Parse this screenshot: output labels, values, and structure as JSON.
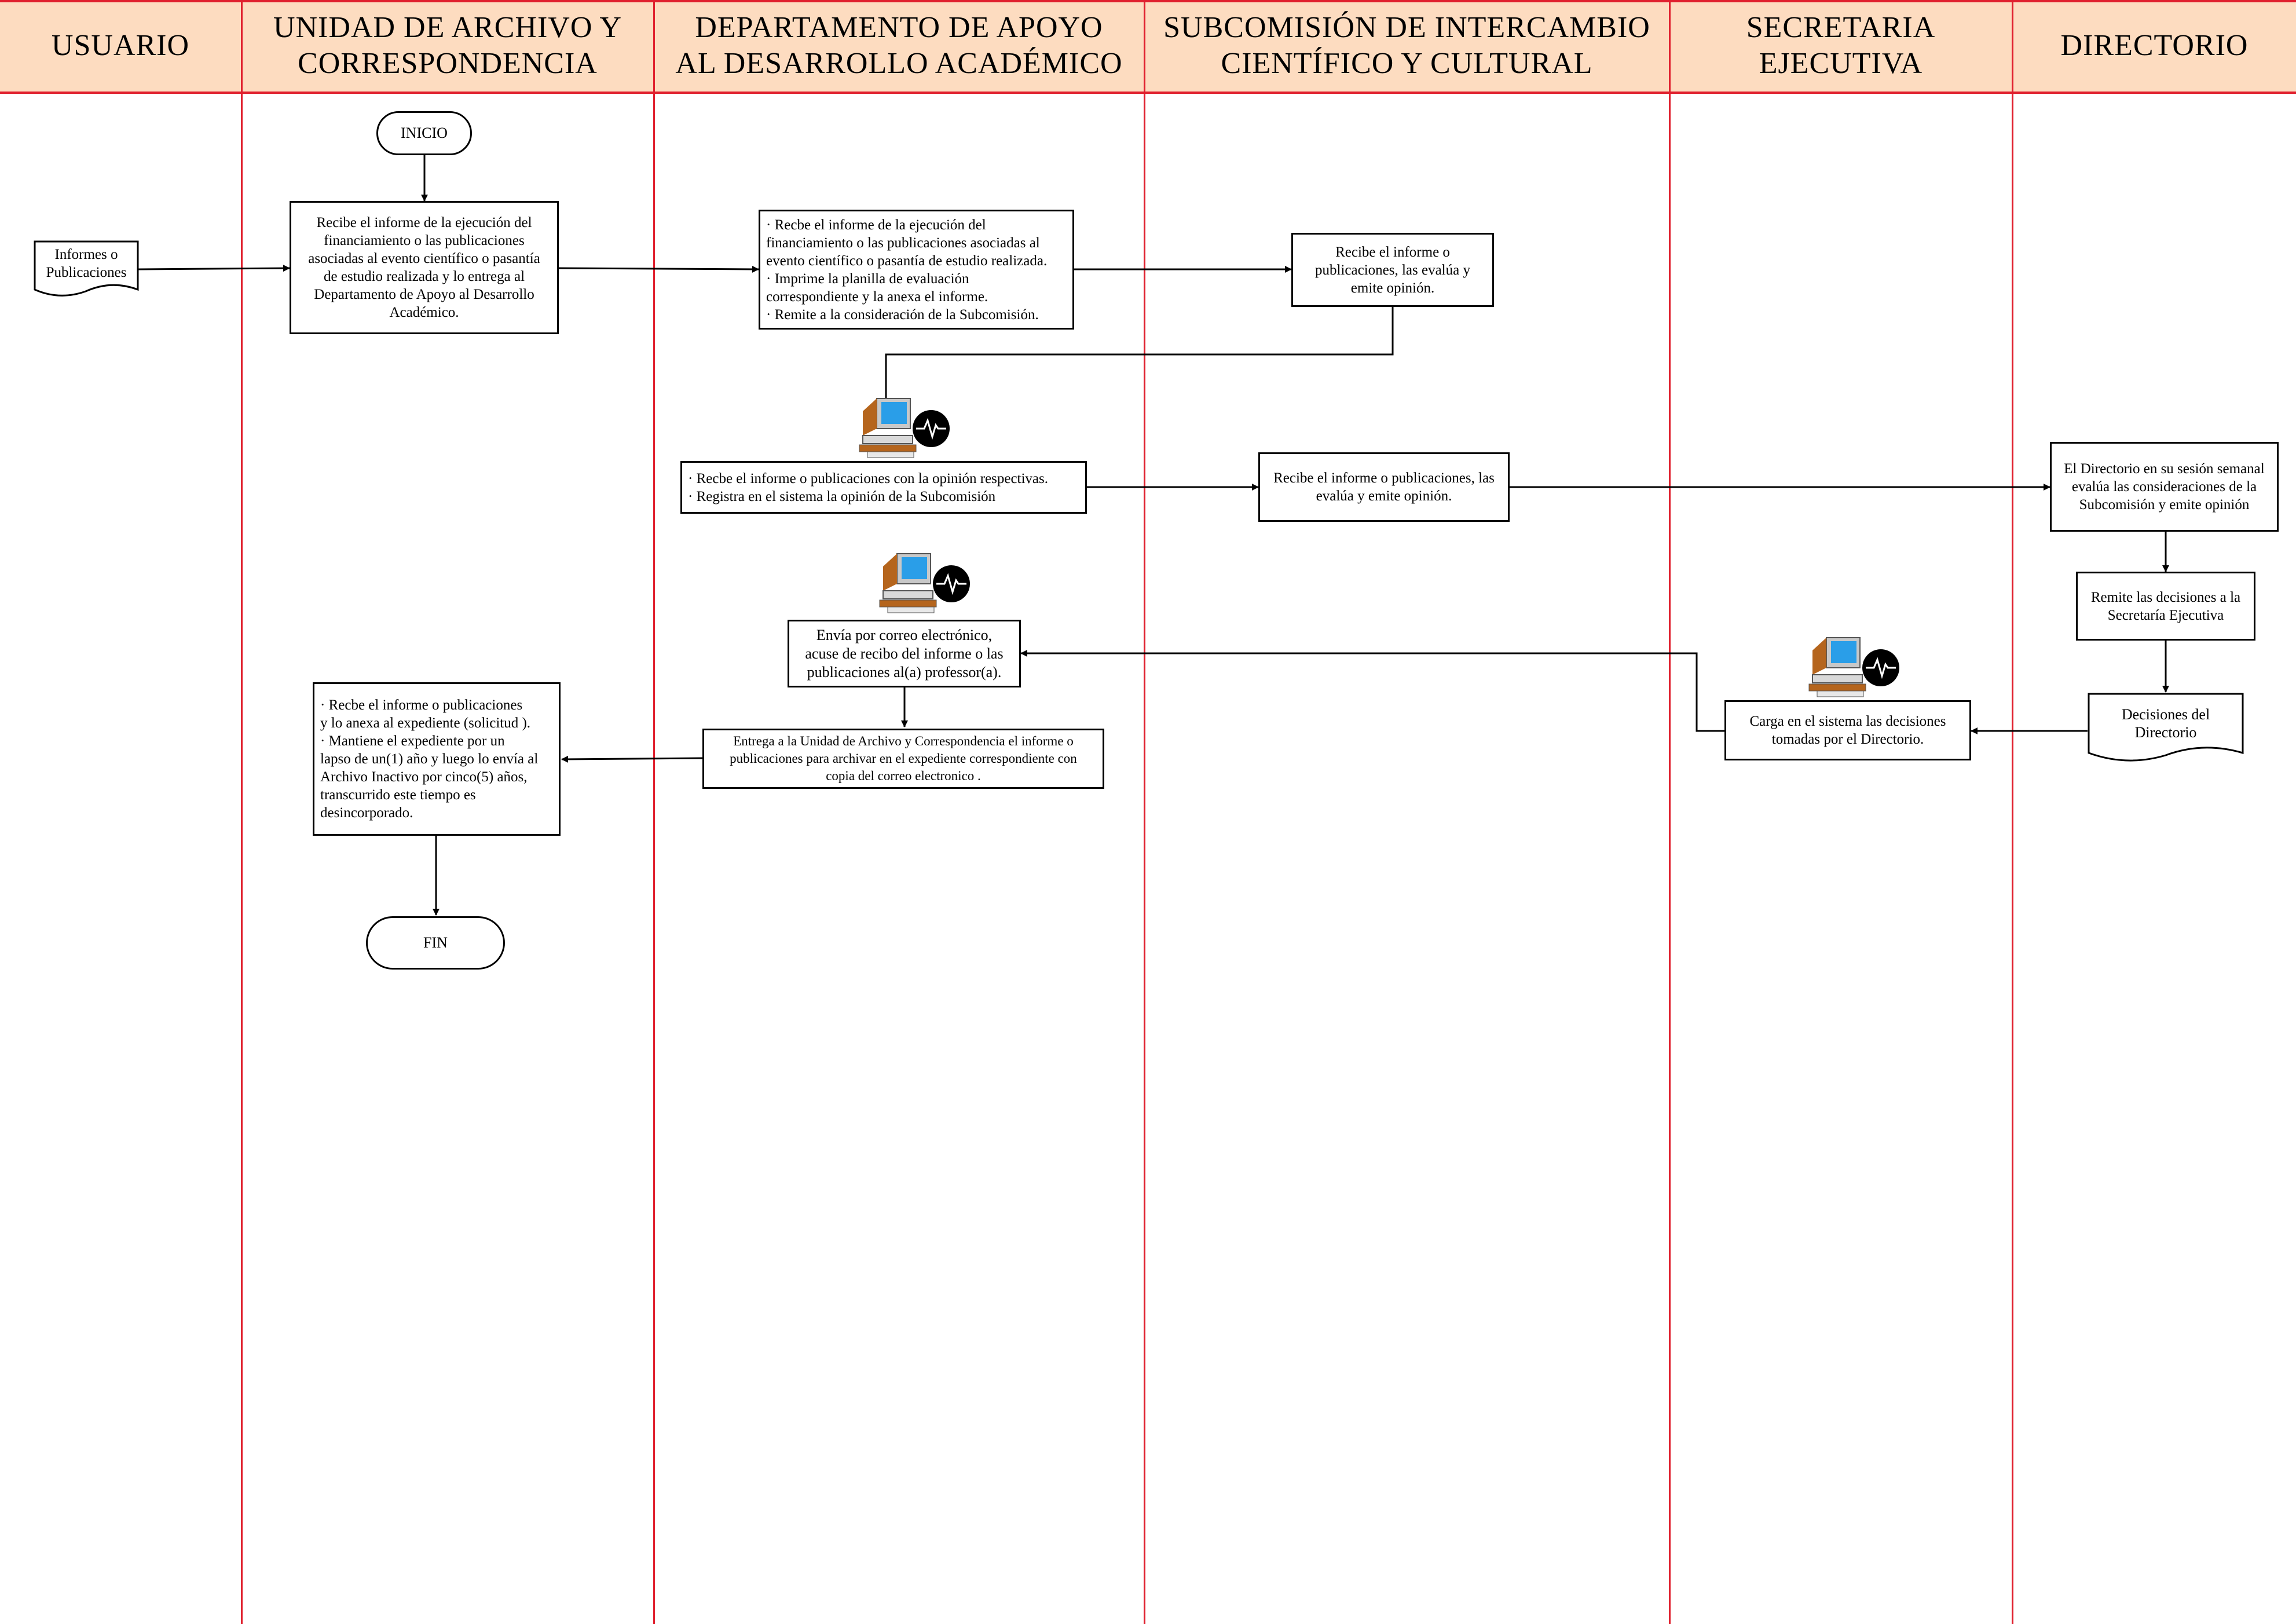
{
  "lanes": [
    {
      "title": "USUARIO"
    },
    {
      "title": "UNIDAD DE  ARCHIVO  Y\nCORRESPONDENCIA"
    },
    {
      "title": "DEPARTAMENTO  DE  APOYO\nAL DESARROLLO   ACADÉMICO"
    },
    {
      "title": "SUBCOMISIÓN  DE  INTERCAMBIO\nCIENTÍFICO    Y CULTURAL"
    },
    {
      "title": "SECRETARIA\nEJECUTIVA"
    },
    {
      "title": "DIRECTORIO"
    }
  ],
  "nodes": {
    "inicio": "INICIO",
    "fin": "FIN",
    "informes_doc": "Informes o\nPublicaciones",
    "archivo_recibe": "Recibe el informe de la  ejecución  del\nfinanciamiento o las  publicaciones\nasociadas al evento  científico  o pasantía\nde estudio   realizada y lo  entrega al\nDepartamento de Apoyo al Desarrollo\nAcadémico.",
    "depto_recibe": "·      Recbe el informe de la  ejecución  del\nfinanciamiento  o las  publicaciones asociadas al\nevento  científico  o pasantía de estudio realizada.\n·      Imprime la  planilla de evaluación\ncorrespondiente y la  anexa el informe.\n·      Remite a la  consideración de la  Subcomisión.",
    "subcom_evalua_1": "Recibe el informe o\npublicaciones,  las  evalúa y\nemite opinión.",
    "depto_registra": "·      Recbe el informe o  publicaciones con la opinión respectivas.\n·      Registra en el sistema la  opinión de la Subcomisión",
    "subcom_evalua_2": "Recibe el informe o  publicaciones,  las\nevalúa y emite opinión.",
    "directorio_evalua": "El Directorio en  su sesión  semanal\nevalúa las consideraciones de la\nSubcomisión y emite opinión",
    "directorio_remite": "Remite las decisiones a la\nSecretaría Ejecutiva",
    "decisiones_doc": "Decisiones del\nDirectorio",
    "secretaria_carga": "Carga en el sistema las  decisiones\ntomadas por el Directorio.",
    "depto_envia": "Envía por correo electrónico,\nacuse de recibo  del informe o las\npublicaciones al(a) professor(a).",
    "depto_entrega": "Entrega a la  Unidad de Archivo y Correspondencia el informe o\npublicaciones para archivar en el expediente correspondiente con\ncopia del correo electronico .",
    "archivo_expediente": "·      Recbe el informe o  publicaciones\ny lo  anexa al expediente  (solicitud ).\n·      Mantiene el expediente por  un\nlapso de un(1) año y luego lo  envía al\nArchivo Inactivo  por cinco(5) años,\ntranscurrido este tiempo es\ndesincorporado."
  },
  "icons": [
    "computer-icon",
    "computer-icon",
    "computer-icon"
  ],
  "colors": {
    "header_bg": "#fddcc0",
    "lane_line": "#e0202e",
    "stroke": "#000000"
  }
}
